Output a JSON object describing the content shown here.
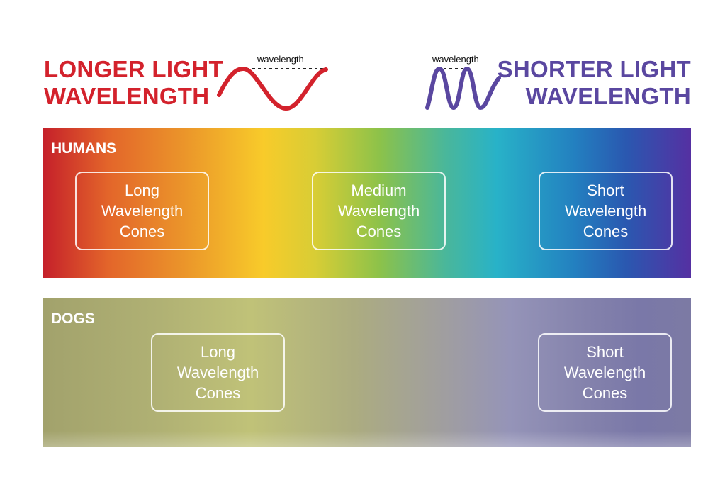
{
  "header": {
    "left_title": [
      "LONGER LIGHT",
      "WAVELENGTH"
    ],
    "right_title": [
      "SHORTER LIGHT",
      "WAVELENGTH"
    ],
    "wave_label_left": "wavelength",
    "wave_label_right": "wavelength",
    "colors": {
      "long": "#d3222c",
      "short": "#5a47a0"
    }
  },
  "humans": {
    "label": "HUMANS",
    "cones": [
      {
        "lines": [
          "Long",
          "Wavelength",
          "Cones"
        ]
      },
      {
        "lines": [
          "Medium",
          "Wavelength",
          "Cones"
        ]
      },
      {
        "lines": [
          "Short",
          "Wavelength",
          "Cones"
        ]
      }
    ]
  },
  "dogs": {
    "label": "DOGS",
    "cones": [
      {
        "lines": [
          "Long",
          "Wavelength",
          "Cones"
        ]
      },
      {
        "lines": [
          "Short",
          "Wavelength",
          "Cones"
        ]
      }
    ]
  }
}
